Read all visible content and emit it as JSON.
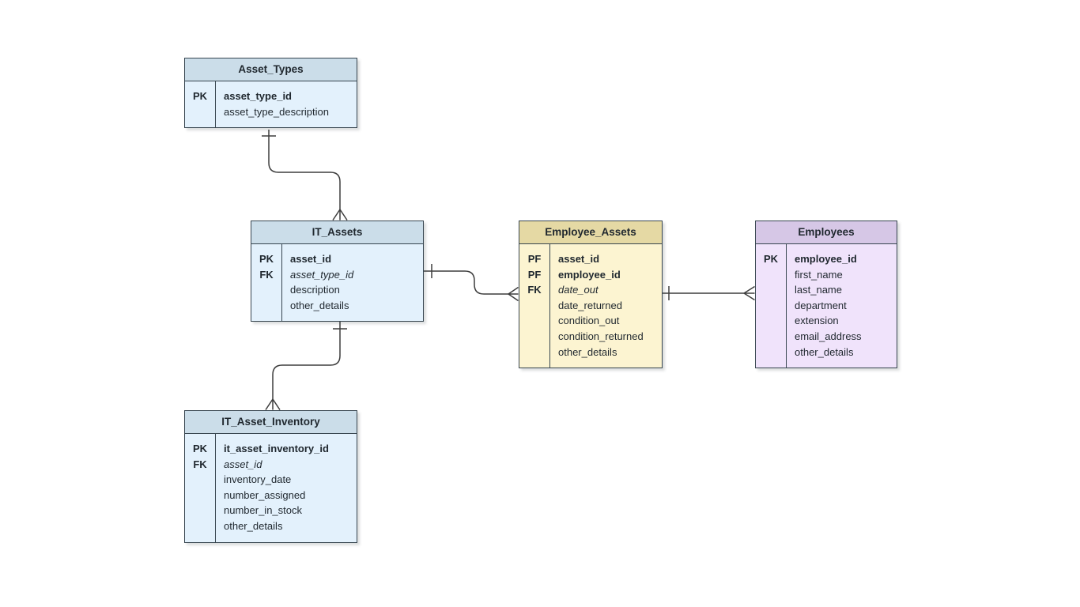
{
  "diagram_type": "entity-relationship",
  "colors": {
    "background": "#ffffff",
    "entity_border": "#37454f",
    "connector": "#3d3d3d",
    "text": "#1f272e",
    "blue_header": "#cbdde9",
    "blue_body": "#e3f1fc",
    "sand_header": "#e5d9a4",
    "sand_body": "#fcf4d1",
    "purple_header": "#d6c7e6",
    "purple_body": "#f0e3fb"
  },
  "tables": [
    {
      "title": "Asset_Types",
      "theme": "blue",
      "fields": [
        {
          "key": "PK",
          "name": "asset_type_id",
          "emphasis": "bold"
        },
        {
          "key": "",
          "name": "asset_type_description",
          "emphasis": "normal"
        }
      ]
    },
    {
      "title": "IT_Assets",
      "theme": "blue",
      "fields": [
        {
          "key": "PK",
          "name": "asset_id",
          "emphasis": "bold"
        },
        {
          "key": "FK",
          "name": "asset_type_id",
          "emphasis": "italic"
        },
        {
          "key": "",
          "name": "description",
          "emphasis": "normal"
        },
        {
          "key": "",
          "name": "other_details",
          "emphasis": "normal"
        }
      ]
    },
    {
      "title": "IT_Asset_Inventory",
      "theme": "blue",
      "fields": [
        {
          "key": "PK",
          "name": "it_asset_inventory_id",
          "emphasis": "bold"
        },
        {
          "key": "FK",
          "name": "asset_id",
          "emphasis": "italic"
        },
        {
          "key": "",
          "name": "inventory_date",
          "emphasis": "normal"
        },
        {
          "key": "",
          "name": "number_assigned",
          "emphasis": "normal"
        },
        {
          "key": "",
          "name": "number_in_stock",
          "emphasis": "normal"
        },
        {
          "key": "",
          "name": "other_details",
          "emphasis": "normal"
        }
      ]
    },
    {
      "title": "Employee_Assets",
      "theme": "sand",
      "fields": [
        {
          "key": "PF",
          "name": "asset_id",
          "emphasis": "bold"
        },
        {
          "key": "PF",
          "name": "employee_id",
          "emphasis": "bold"
        },
        {
          "key": "FK",
          "name": "date_out",
          "emphasis": "italic"
        },
        {
          "key": "",
          "name": "date_returned",
          "emphasis": "normal"
        },
        {
          "key": "",
          "name": "condition_out",
          "emphasis": "normal"
        },
        {
          "key": "",
          "name": "condition_returned",
          "emphasis": "normal"
        },
        {
          "key": "",
          "name": "other_details",
          "emphasis": "normal"
        }
      ]
    },
    {
      "title": "Employees",
      "theme": "purple",
      "fields": [
        {
          "key": "PK",
          "name": "employee_id",
          "emphasis": "bold"
        },
        {
          "key": "",
          "name": "first_name",
          "emphasis": "normal"
        },
        {
          "key": "",
          "name": "last_name",
          "emphasis": "normal"
        },
        {
          "key": "",
          "name": "department",
          "emphasis": "normal"
        },
        {
          "key": "",
          "name": "extension",
          "emphasis": "normal"
        },
        {
          "key": "",
          "name": "email_address",
          "emphasis": "normal"
        },
        {
          "key": "",
          "name": "other_details",
          "emphasis": "normal"
        }
      ]
    }
  ],
  "relationships": [
    {
      "from": "Asset_Types",
      "to": "IT_Assets",
      "from_cardinality": "one",
      "to_cardinality": "many"
    },
    {
      "from": "IT_Assets",
      "to": "IT_Asset_Inventory",
      "from_cardinality": "one",
      "to_cardinality": "many"
    },
    {
      "from": "IT_Assets",
      "to": "Employee_Assets",
      "from_cardinality": "one",
      "to_cardinality": "many"
    },
    {
      "from": "Employee_Assets",
      "to": "Employees",
      "from_cardinality": "one",
      "to_cardinality": "many"
    }
  ]
}
